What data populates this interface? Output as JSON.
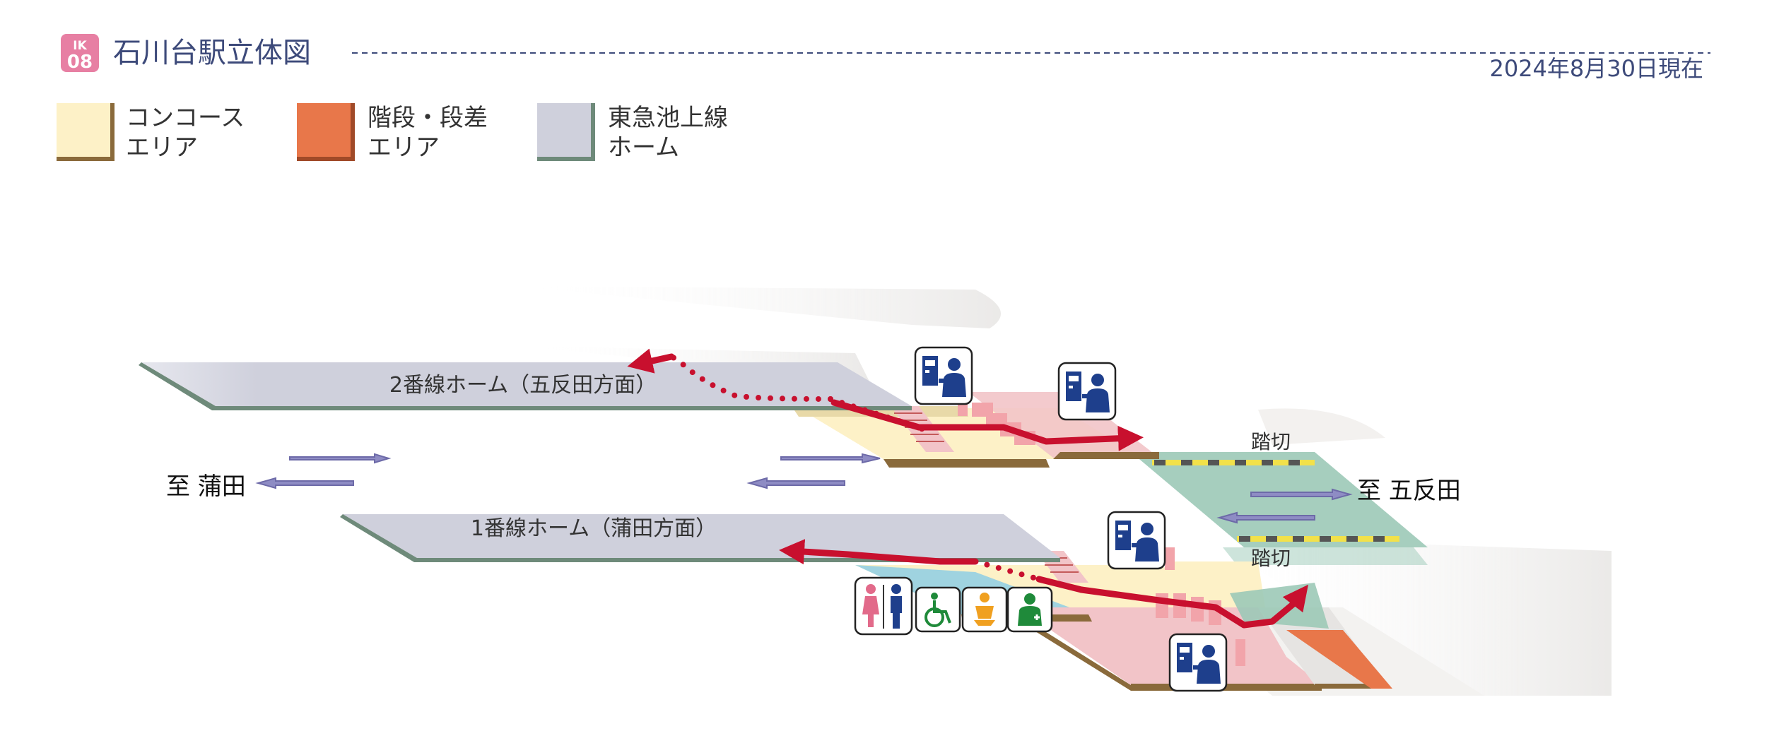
{
  "header": {
    "station_code_line": "IK",
    "station_code_num": "08",
    "title": "石川台駅立体図",
    "date": "2024年8月30日現在"
  },
  "legend": [
    {
      "line1": "コンコース",
      "line2": "エリア",
      "fill": "#fdf1c7",
      "edge": "#8a6a3b"
    },
    {
      "line1": "階段・段差",
      "line2": "エリア",
      "fill": "#e8774a",
      "edge": "#a04a28"
    },
    {
      "line1": "東急池上線",
      "line2": "ホーム",
      "fill": "#cfd0dc",
      "edge": "#6e8a7a"
    }
  ],
  "platforms": {
    "platform2": "2番線ホーム（五反田方面）",
    "platform1": "1番線ホーム（蒲田方面）"
  },
  "directions": {
    "left": "至 蒲田",
    "right": "至 五反田"
  },
  "crossings": {
    "upper": "踏切",
    "lower": "踏切"
  },
  "colors": {
    "route": "#c8102e",
    "concourse": "#fdf1c7",
    "stairs": "#e8774a",
    "platform": "#cfd0dc",
    "platform_edge": "#6e8a7a",
    "crossing_road": "#9cc9b7",
    "pink_area": "#f2c4c8",
    "blue_area": "#9fd3e0",
    "icon_blue": "#1e3f8c",
    "icon_green": "#1f8a3a",
    "badge_pink": "#e77fa3"
  },
  "icons": [
    "ticket-machine-icon",
    "restroom-icon",
    "wheelchair-icon",
    "baby-care-icon",
    "first-aid-icon"
  ]
}
